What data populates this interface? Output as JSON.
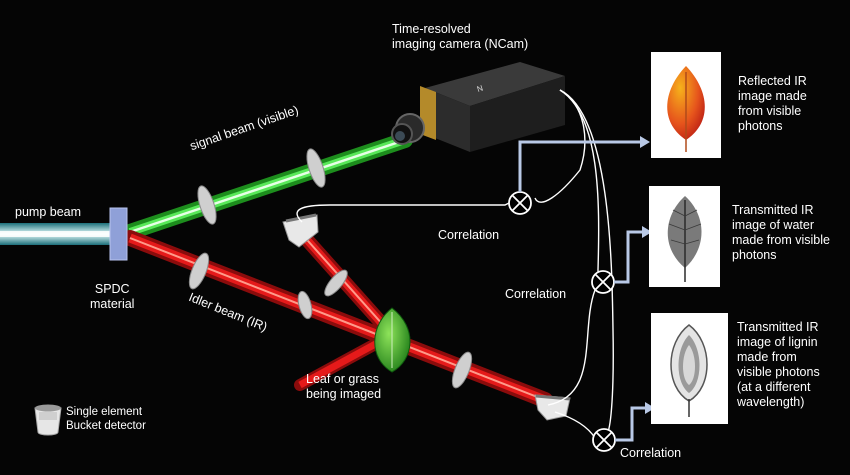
{
  "labels": {
    "camera": [
      "Time-resolved",
      "imaging camera (NCam)"
    ],
    "signal_beam": "signal beam (visible)",
    "pump_beam": "pump beam",
    "spdc": [
      "SPDC",
      "material"
    ],
    "idler_beam": "Idler beam (IR)",
    "leaf": [
      "Leaf or grass",
      "being imaged"
    ],
    "bucket": [
      "Single element",
      "Bucket detector"
    ],
    "correlation_1": "Correlation",
    "correlation_2": "Correlation",
    "correlation_3": "Correlation",
    "result_1": [
      "Reflected IR",
      "image made",
      "from visible",
      "photons"
    ],
    "result_2": [
      "Transmitted IR",
      "image of water",
      "made from visible",
      "photons"
    ],
    "result_3": [
      "Transmitted IR",
      "image of lignin",
      "made from",
      "visible photons",
      "(at a different",
      "wavelength)"
    ]
  },
  "colors": {
    "background": "#050505",
    "pump_beam": "#8ff5ff",
    "signal_beam": "#3ed23e",
    "idler_beam": "#e01515",
    "connector": "#b9c9e6",
    "wire": "#ffffff"
  }
}
